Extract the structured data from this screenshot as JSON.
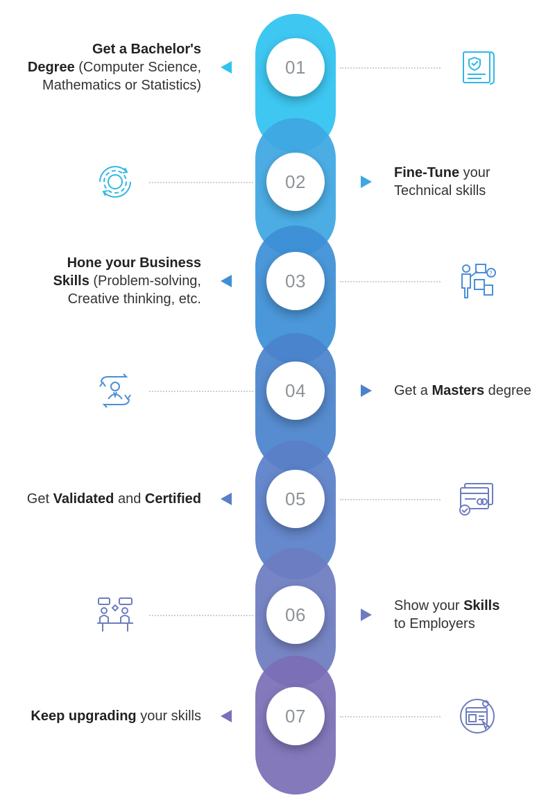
{
  "steps": [
    {
      "number": "01",
      "label_parts": [
        {
          "text": "Get a Bachelor's",
          "bold": true
        },
        {
          "br": true
        },
        {
          "text": "Degree",
          "bold": true
        },
        {
          "text": " (Computer Science,",
          "bold": false
        },
        {
          "br": true
        },
        {
          "text": "Mathematics or Statistics)",
          "bold": false
        }
      ],
      "side": "left",
      "icon": "certificate-scroll-icon",
      "color": "#2fc3f0"
    },
    {
      "number": "02",
      "label_parts": [
        {
          "text": "Fine-Tune",
          "bold": true
        },
        {
          "text": " your",
          "bold": false
        },
        {
          "br": true
        },
        {
          "text": "Technical skills",
          "bold": false
        }
      ],
      "side": "right",
      "icon": "gear-cycle-icon",
      "color": "#3fa7e3"
    },
    {
      "number": "03",
      "label_parts": [
        {
          "text": "Hone your Business",
          "bold": true
        },
        {
          "br": true
        },
        {
          "text": "Skills",
          "bold": true
        },
        {
          "text": " (Problem-solving,",
          "bold": false
        },
        {
          "br": true
        },
        {
          "text": "Creative thinking, etc.",
          "bold": false
        }
      ],
      "side": "left",
      "icon": "puzzle-thinking-icon",
      "color": "#3d8fd6"
    },
    {
      "number": "04",
      "label_parts": [
        {
          "text": "Get a ",
          "bold": false
        },
        {
          "text": "Masters",
          "bold": true
        },
        {
          "text": " degree",
          "bold": false
        }
      ],
      "side": "right",
      "icon": "person-cycle-icon",
      "color": "#4a83cc"
    },
    {
      "number": "05",
      "label_parts": [
        {
          "text": "Get ",
          "bold": false
        },
        {
          "text": "Validated",
          "bold": true
        },
        {
          "text": " and ",
          "bold": false
        },
        {
          "text": "Certified",
          "bold": true
        }
      ],
      "side": "left",
      "icon": "validated-card-icon",
      "color": "#5a7fc8"
    },
    {
      "number": "06",
      "label_parts": [
        {
          "text": "Show your ",
          "bold": false
        },
        {
          "text": "Skills",
          "bold": true
        },
        {
          "br": true
        },
        {
          "text": "to Employers",
          "bold": false
        }
      ],
      "side": "right",
      "icon": "interview-meeting-icon",
      "color": "#6d7cc0"
    },
    {
      "number": "07",
      "label_parts": [
        {
          "text": "Keep upgrading",
          "bold": true
        },
        {
          "text": " your skills",
          "bold": false
        }
      ],
      "side": "left",
      "icon": "dashboard-upgrade-icon",
      "color": "#7b6fb6"
    }
  ],
  "colors": {
    "icon_cyan": "#2fb7e6",
    "icon_blue": "#4a8fd6",
    "icon_indigo": "#6d7cc0",
    "dots": "#c9ced3",
    "number_text": "#8e9398"
  }
}
